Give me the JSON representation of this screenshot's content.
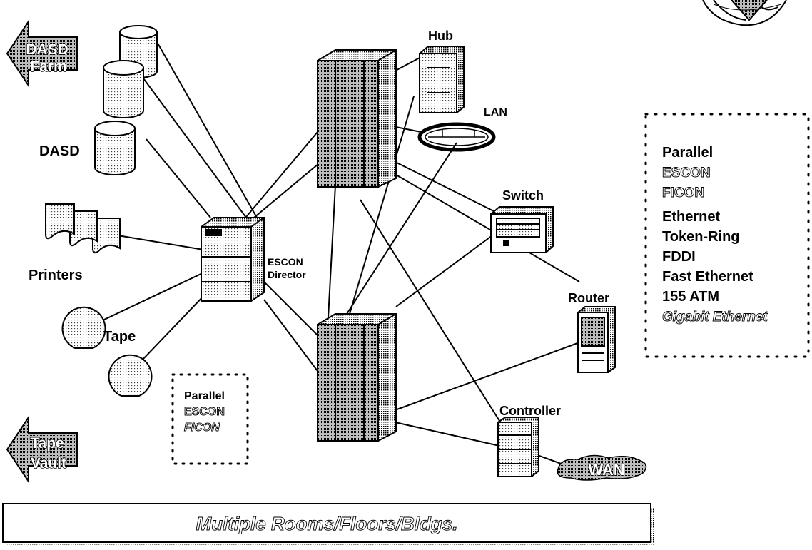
{
  "labels": {
    "dasd_farm_line1": "DASD",
    "dasd_farm_line2": "Farm",
    "tape_vault_line1": "Tape",
    "tape_vault_line2": "Vault",
    "dasd": "DASD",
    "printers": "Printers",
    "tape": "Tape",
    "escon_director_line1": "ESCON",
    "escon_director_line2": "Director",
    "hub": "Hub",
    "lan": "LAN",
    "switch": "Switch",
    "router": "Router",
    "controller": "Controller",
    "wan": "WAN"
  },
  "small_legend": [
    "Parallel",
    "ESCON",
    "FICON"
  ],
  "big_legend": [
    "Parallel",
    "ESCON",
    "FICON",
    "Ethernet",
    "Token-Ring",
    "FDDI",
    "Fast Ethernet",
    "155 ATM",
    "Gigabit Ethernet"
  ],
  "banner": "Multiple Rooms/Floors/Bldgs."
}
